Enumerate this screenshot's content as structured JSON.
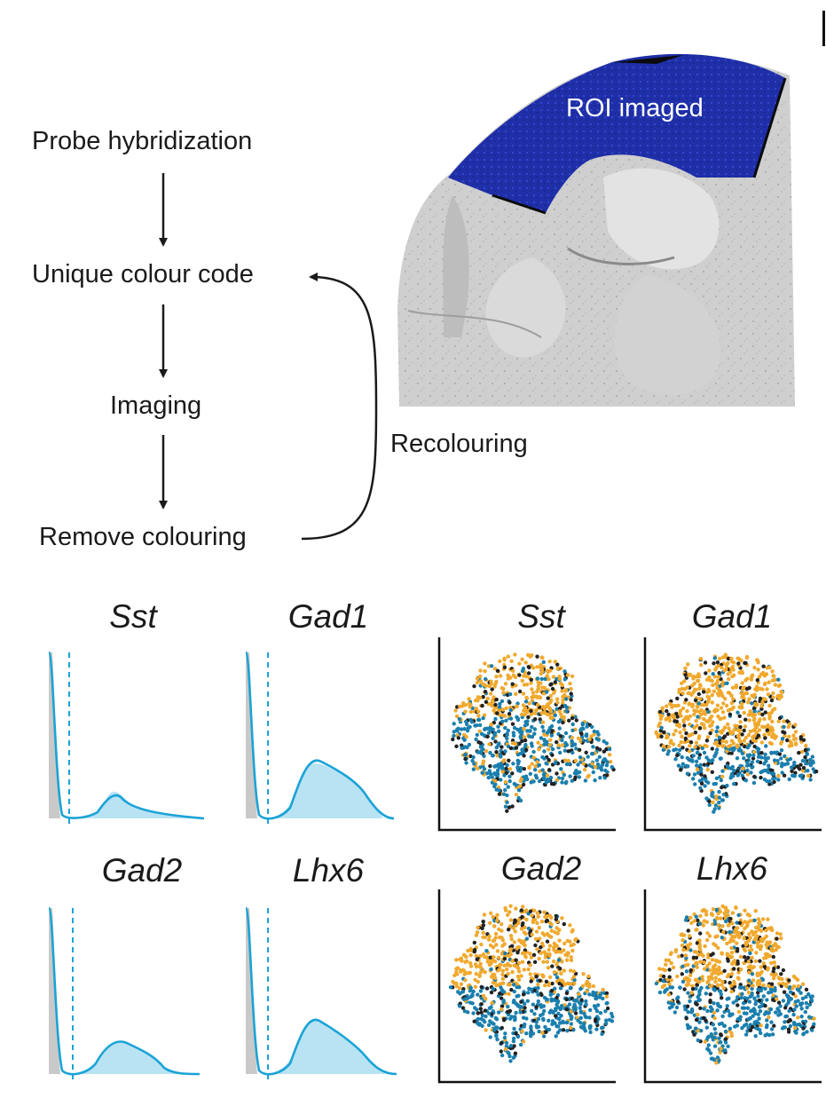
{
  "workflow": {
    "steps": [
      {
        "label": "Probe hybridization"
      },
      {
        "label": "Unique colour code"
      },
      {
        "label": "Imaging"
      },
      {
        "label": "Remove colouring"
      }
    ],
    "loop_label": "Recolouring"
  },
  "tissue_image": {
    "roi_label": "ROI imaged",
    "roi_color": "#1f2fa8",
    "tissue_color": "#d6d6d6"
  },
  "density_panels": [
    {
      "gene": "Sst"
    },
    {
      "gene": "Gad1"
    },
    {
      "gene": "Gad2"
    },
    {
      "gene": "Lhx6"
    }
  ],
  "scatter_panels": [
    {
      "gene": "Sst"
    },
    {
      "gene": "Gad1"
    },
    {
      "gene": "Gad2"
    },
    {
      "gene": "Lhx6"
    }
  ],
  "colors": {
    "density_line": "#1ba3d6",
    "density_fill": "#b9e3f3",
    "background_fill": "#c9c9c9",
    "expressing": "#f0a92e",
    "non_expressing": "#1a7fae"
  }
}
